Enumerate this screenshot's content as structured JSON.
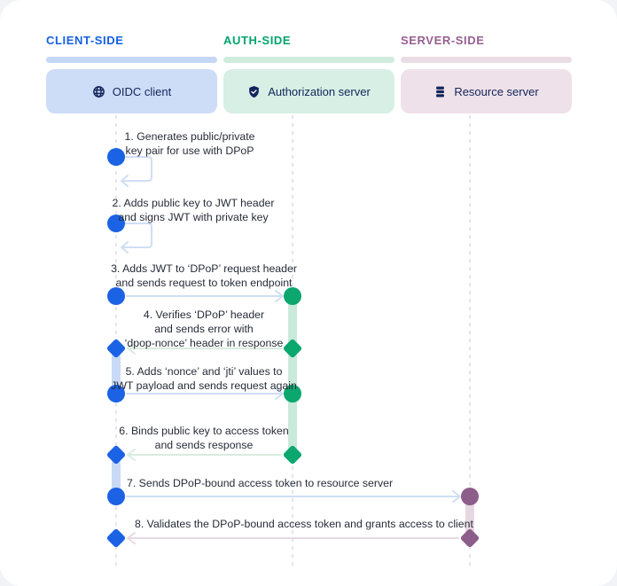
{
  "palette": {
    "page-bg": "#f2f3f6",
    "card-bg": "#ffffff",
    "ink": "#12265c",
    "step-text": "#262c38",
    "lifeline": "#e3e6ee",
    "client-accent": "#1560e2",
    "client-node": "#1b62e4",
    "client-box": "#cddcf7",
    "client-bar": "#c5d7f4",
    "client-arrow": "#cfdef4",
    "client-activation": "#c8daf6",
    "auth-accent": "#00a46d",
    "auth-node": "#0ba76e",
    "auth-box": "#d7efe4",
    "auth-bar": "#cfecde",
    "auth-arrow": "#d8ecdf",
    "auth-activation": "#c9e9da",
    "server-accent": "#965f92",
    "server-node": "#8c5e89",
    "server-box": "#efe1e9",
    "server-bar": "#eadce5",
    "server-arrow": "#e8d9e3",
    "server-activation": "#e6d8e1"
  },
  "columns": [
    {
      "label": "CLIENT-SIDE",
      "box_label": "OIDC client",
      "icon": "globe-icon"
    },
    {
      "label": "AUTH-SIDE",
      "box_label": "Authorization server",
      "icon": "shield-check-icon"
    },
    {
      "label": "SERVER-SIDE",
      "box_label": "Resource server",
      "icon": "server-icon"
    }
  ],
  "steps": [
    {
      "n": 1,
      "text": "1. Generates public/private\nkey pair for use with DPoP"
    },
    {
      "n": 2,
      "text": "2. Adds public key to JWT header\nand signs JWT with private key"
    },
    {
      "n": 3,
      "text": "3. Adds JWT to ‘DPoP’ request header\nand sends request to token endpoint"
    },
    {
      "n": 4,
      "text": "4. Verifies ‘DPoP’ header\nand sends error with\n‘dpop-nonce’ header in response"
    },
    {
      "n": 5,
      "text": "5. Adds ‘nonce’ and ‘jti’ values to\nJWT payload and sends request again"
    },
    {
      "n": 6,
      "text": "6. Binds public key to access token\nand sends response"
    },
    {
      "n": 7,
      "text": "7. Sends DPoP-bound access token to resource server"
    },
    {
      "n": 8,
      "text": "8. Validates the DPoP-bound access token and grants access to client"
    }
  ]
}
